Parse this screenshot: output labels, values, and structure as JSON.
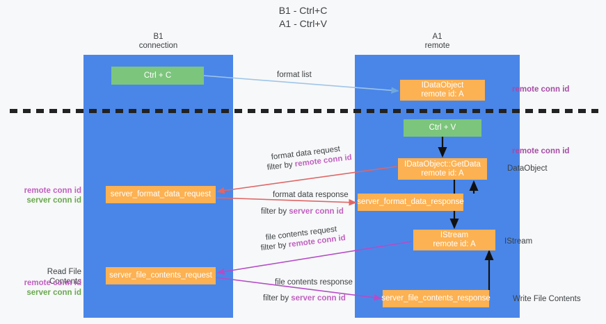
{
  "title": "B1 - Ctrl+C\nA1 - Ctrl+V",
  "columns": {
    "left": "B1\nconnection",
    "right": "A1\nremote"
  },
  "nodes": {
    "ctrl_c": "Ctrl + C",
    "idataobject": "IDataObject\nremote id: A",
    "ctrl_v": "Ctrl + V",
    "getdata": "IDataObject::GetData\nremote id: A",
    "server_format_data_request": "server_format_data_request",
    "server_format_data_response": "server_format_data_response",
    "istream": "IStream\nremote id: A",
    "server_file_contents_request": "server_file_contents_request",
    "server_file_contents_response": "server_file_contents_response"
  },
  "edges": {
    "format_list": "format list",
    "format_data_request": "format data request",
    "format_data_request_filter_prefix": "filter by ",
    "format_data_request_filter_key": "remote conn id",
    "format_data_response": "format data response",
    "format_data_response_filter_prefix": "filter by ",
    "format_data_response_filter_key": "server conn id",
    "file_contents_request": "file contents request",
    "file_contents_request_filter_prefix": "filter by ",
    "file_contents_request_filter_key": "remote conn id",
    "file_contents_response": "file contents response",
    "file_contents_response_filter_prefix": "filter by ",
    "file_contents_response_filter_key": "server conn id"
  },
  "annotations": {
    "right_remote_conn_id_top": "remote conn id",
    "right_remote_conn_id_mid": "remote conn id",
    "right_dataobject": "DataObject",
    "right_istream": "IStream",
    "right_write_file_contents": "Write File Contents",
    "left_remote_conn_id": "remote conn id",
    "left_server_conn_id": "server conn id",
    "left_read_file_contents": "Read File Contents",
    "left_remote_conn_id_2": "remote conn id",
    "left_server_conn_id_2": "server conn id"
  },
  "colors": {
    "lane": "#4a86e8",
    "node_green": "#7cc57c",
    "node_orange": "#fcb152",
    "remote_key": "#c060c0",
    "server_key": "#6aa84f",
    "arrow_blue": "#9fc5e8",
    "arrow_red": "#e06666",
    "arrow_purple": "#b44cc8",
    "arrow_black": "#000000",
    "divider": "#222222"
  }
}
